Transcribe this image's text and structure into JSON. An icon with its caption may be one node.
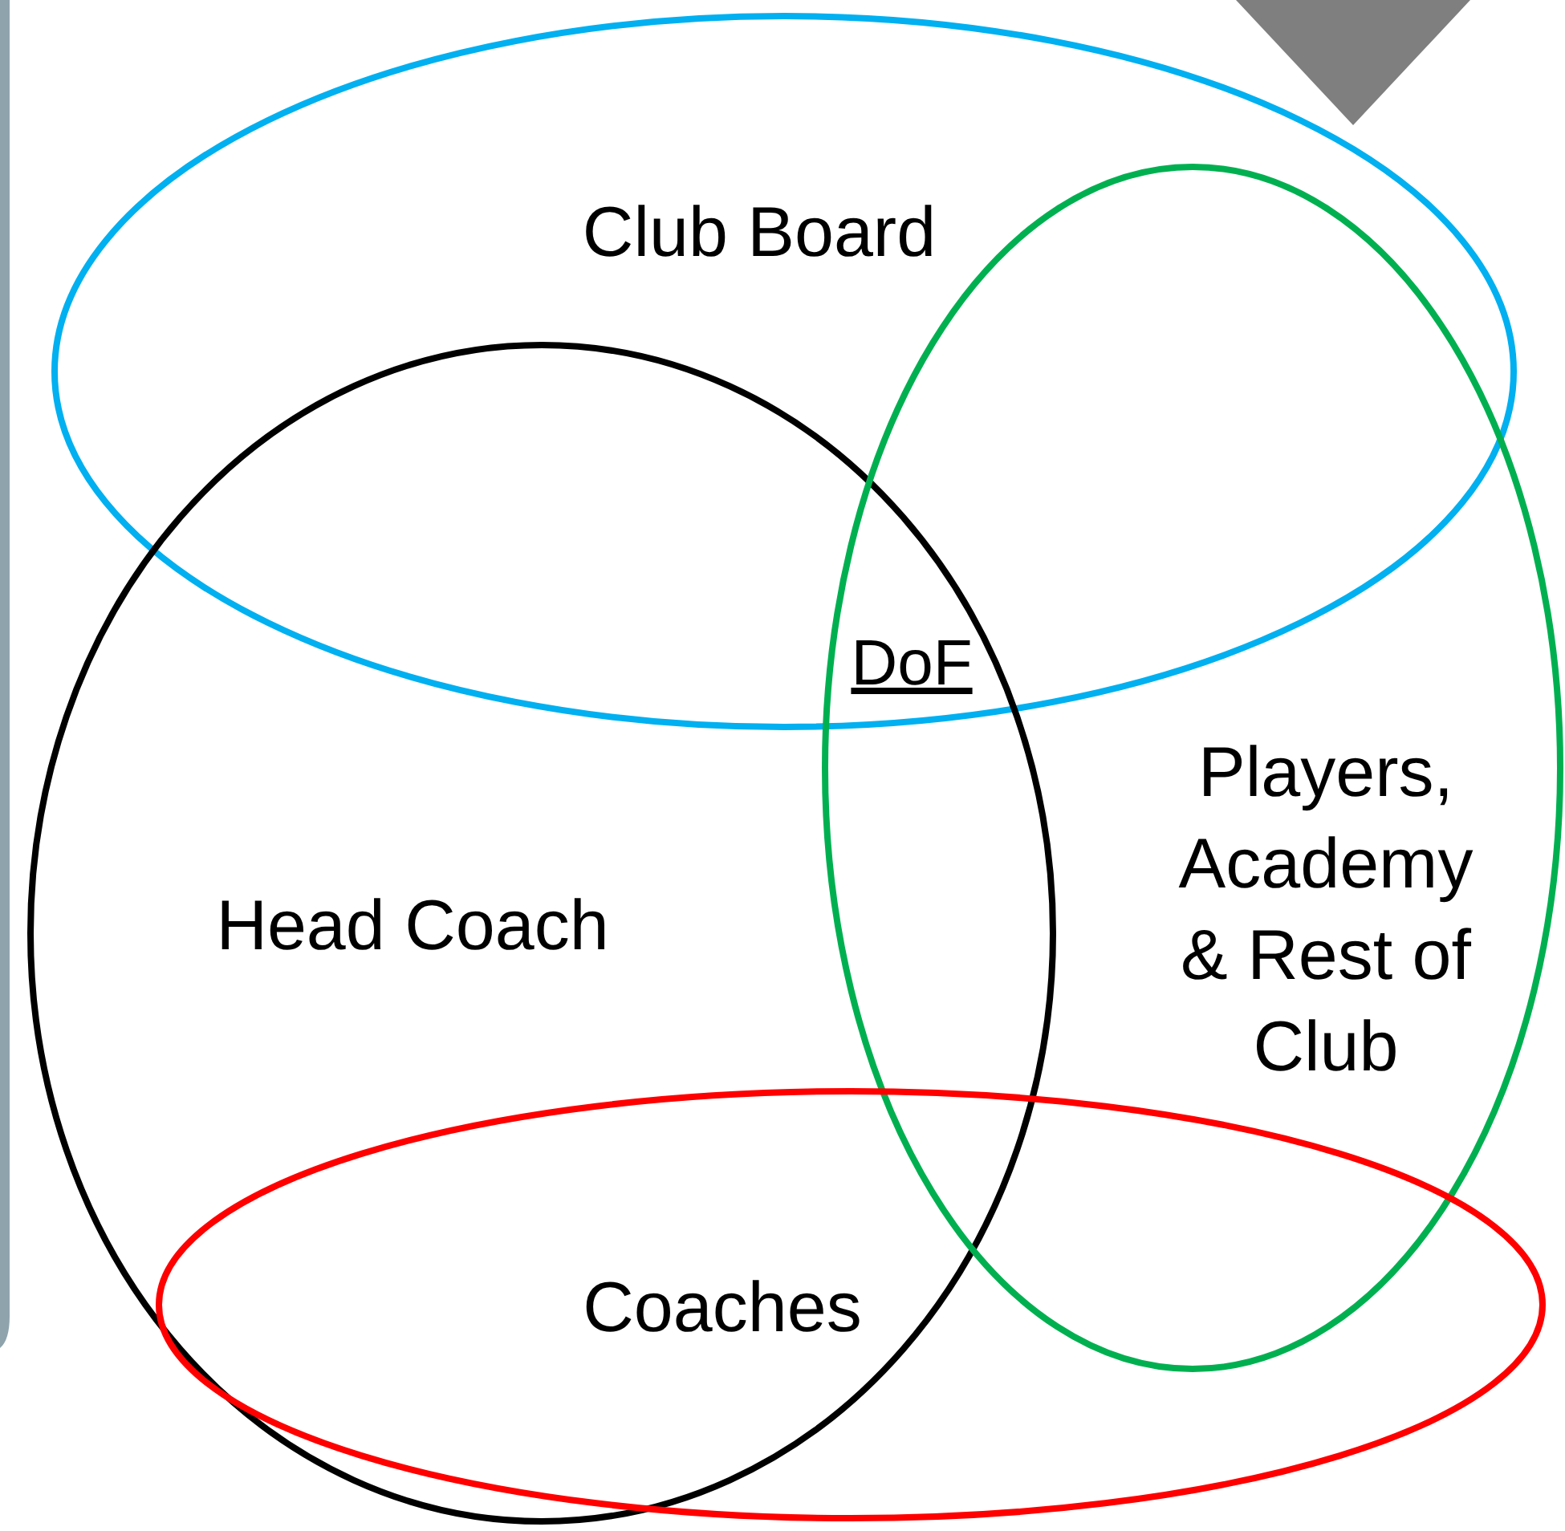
{
  "diagram": {
    "nodes": [
      {
        "text": [
          "Club Board"
        ]
      },
      {
        "text": [
          "Head Coach"
        ]
      },
      {
        "text": [
          "Players, Academy & Rest of Club"
        ]
      },
      {
        "text": [
          "Coaches"
        ]
      },
      {
        "text": [],
        "shape": "triangle"
      }
    ],
    "labels": [
      "DoF"
    ]
  }
}
